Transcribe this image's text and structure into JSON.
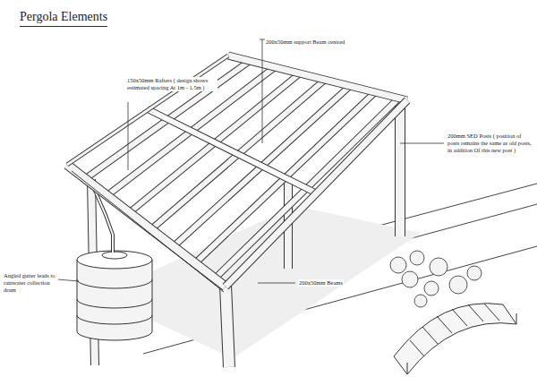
{
  "diagram": {
    "title": "Pergola Elements",
    "labels": [
      "200x50mm support Beam centred",
      "150x50mm Rafters ( design shows estimated spacing At 1m - 1.5m )",
      "200mm SED Posts ( position of posts remains the same as old posts, in addition Of this new post )",
      "Angled gutter leads to rainwater collection drum",
      "200x50mm Beams"
    ]
  }
}
